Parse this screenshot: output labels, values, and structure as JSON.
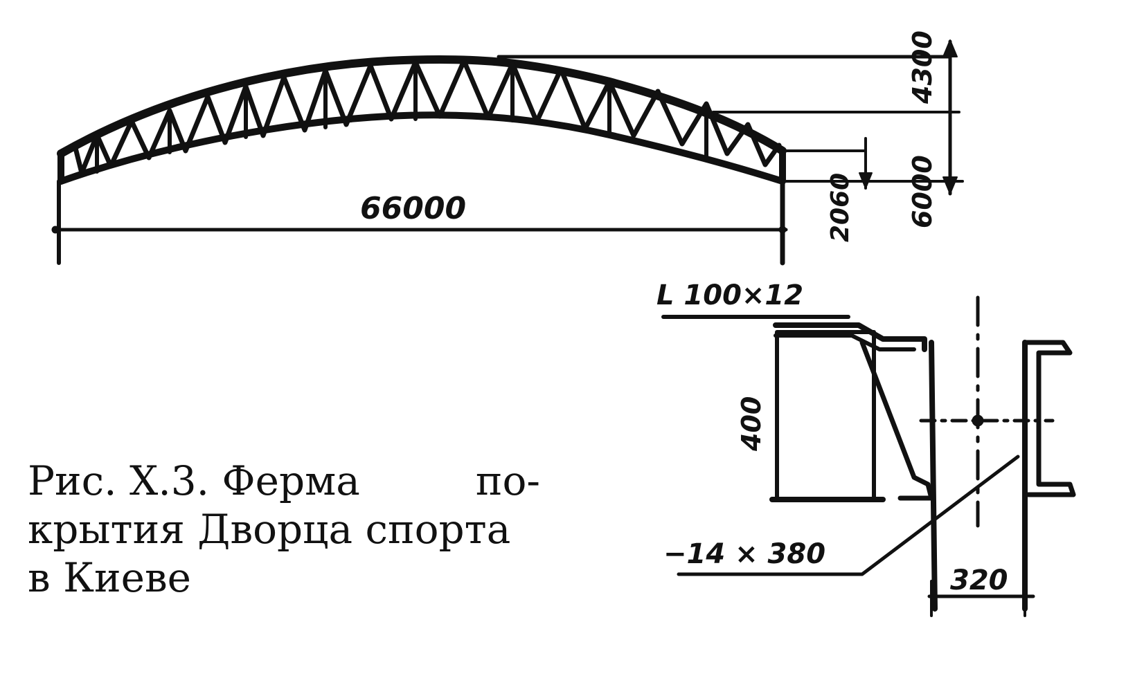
{
  "truss": {
    "span_label": "66000",
    "rise_label": "4300",
    "support_height_label": "6000",
    "end_height_label": "2060"
  },
  "detail": {
    "angle_label": "L 100×12",
    "height_label": "400",
    "plate_label": "−14 × 380",
    "width_label": "320"
  },
  "caption": {
    "line1_part1": "Рис.  X.3.  Ферма",
    "line1_part2": "по-",
    "line2": "крытия Дворца спорта",
    "line3": "в  Киеве"
  },
  "colors": {
    "ink": "#111111",
    "paper": "#ffffff"
  }
}
